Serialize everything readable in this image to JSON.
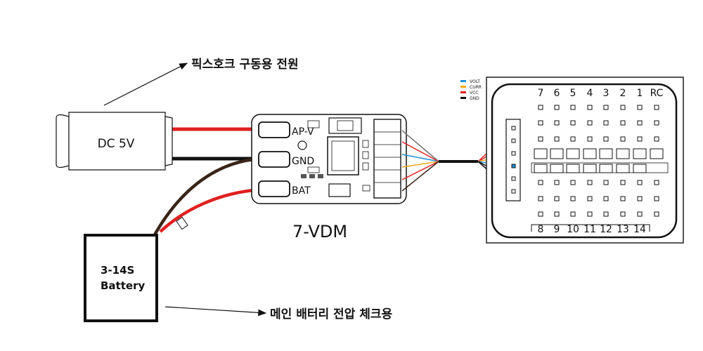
{
  "annotations": {
    "top": "픽스호크 구동용 전원",
    "bottom": "메인 배터리 전압 체크용"
  },
  "power_supply": {
    "label": "DC 5V"
  },
  "battery": {
    "line1": "3-14S",
    "line2": "Battery"
  },
  "module": {
    "name": "7-VDM",
    "pads": [
      "AP-V",
      "GND",
      "BAT"
    ]
  },
  "legend": [
    {
      "label": "VOLT",
      "color": "#1e8fd6"
    },
    {
      "label": "CURR",
      "color": "#f0a81c"
    },
    {
      "label": "VCC",
      "color": "#e02020"
    },
    {
      "label": "GND",
      "color": "#111111"
    }
  ],
  "receiver": {
    "top_labels": [
      "7",
      "6",
      "5",
      "4",
      "3",
      "2",
      "1",
      "RC"
    ],
    "bottom_labels": [
      "8",
      "9",
      "10",
      "11",
      "12",
      "13",
      "14"
    ]
  },
  "colors": {
    "red_wire": "#e02020",
    "black_wire": "#111111",
    "blue_wire": "#1e8fd6",
    "yellow_wire": "#f0a81c",
    "brown_wire": "#3a2418"
  }
}
